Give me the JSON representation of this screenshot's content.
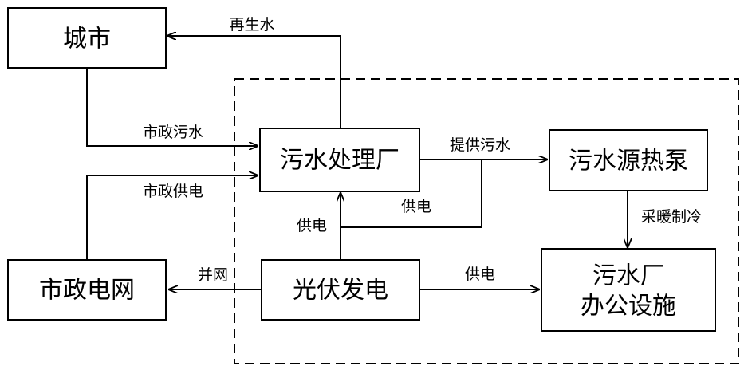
{
  "nodes": {
    "city": "城市",
    "grid": "市政电网",
    "wwtp": "污水处理厂",
    "pv": "光伏发电",
    "heatpump": "污水源热泵",
    "office_line1": "污水厂",
    "office_line2": "办公设施"
  },
  "edges": {
    "reclaimed_water": "再生水",
    "municipal_sewage": "市政污水",
    "municipal_power": "市政供电",
    "supply_sewage": "提供污水",
    "power_to_wwtp_right": "供电",
    "power_from_pv": "供电",
    "heating_cooling": "采暖制冷",
    "grid_connection": "并网",
    "power_to_office": "供电"
  }
}
